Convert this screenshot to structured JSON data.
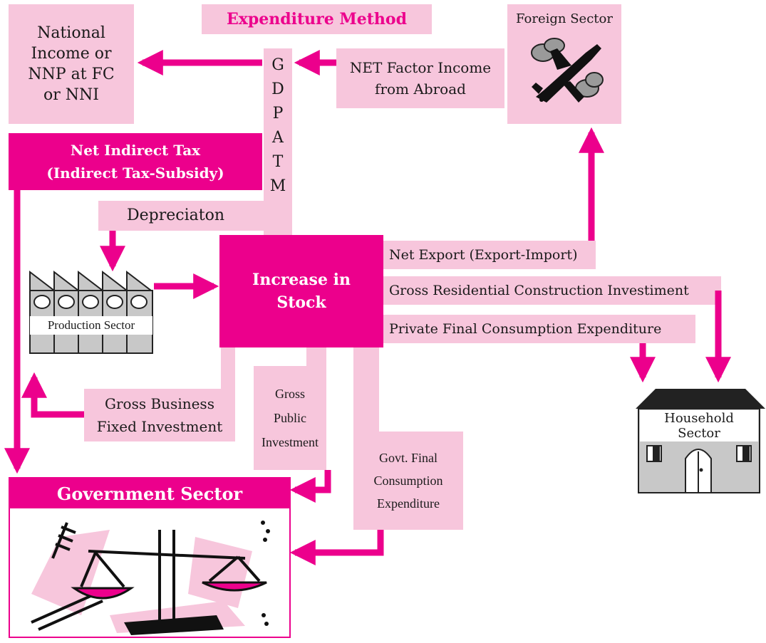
{
  "title": "Expenditure Method",
  "national_income": {
    "line1": "National",
    "line2": "Income or",
    "line3": "NNP at FC",
    "line4": "or NNI"
  },
  "gdpatm_letters": [
    "G",
    "D",
    "P",
    "A",
    "T",
    "M"
  ],
  "net_factor_income": {
    "line1": "NET Factor Income",
    "line2": "from Abroad"
  },
  "foreign_sector": "Foreign Sector",
  "net_indirect_tax": {
    "line1": "Net Indirect Tax",
    "line2": "(Indirect Tax-Subsidy)"
  },
  "depreciation": "Depreciaton",
  "production_sector": "Production Sector",
  "increase_in_stock": {
    "line1": "Increase in",
    "line2": "Stock"
  },
  "net_export": "Net Export (Export-Import)",
  "gross_residential": "Gross Residential Construction Investiment",
  "private_final": "Private Final Consumption Expenditure",
  "gross_business": {
    "line1": "Gross Business",
    "line2": "Fixed Investment"
  },
  "gross_public": {
    "line1": "Gross",
    "line2": "Public",
    "line3": "Investment"
  },
  "govt_final": {
    "line1": "Govt. Final",
    "line2": "Consumption",
    "line3": "Expenditure"
  },
  "household_sector": {
    "line1": "Household",
    "line2": "Sector"
  },
  "government_sector": "Government Sector",
  "colors": {
    "magenta": "#ec008c",
    "light_pink": "#f7c6dc",
    "gray": "#c8c8c8"
  }
}
